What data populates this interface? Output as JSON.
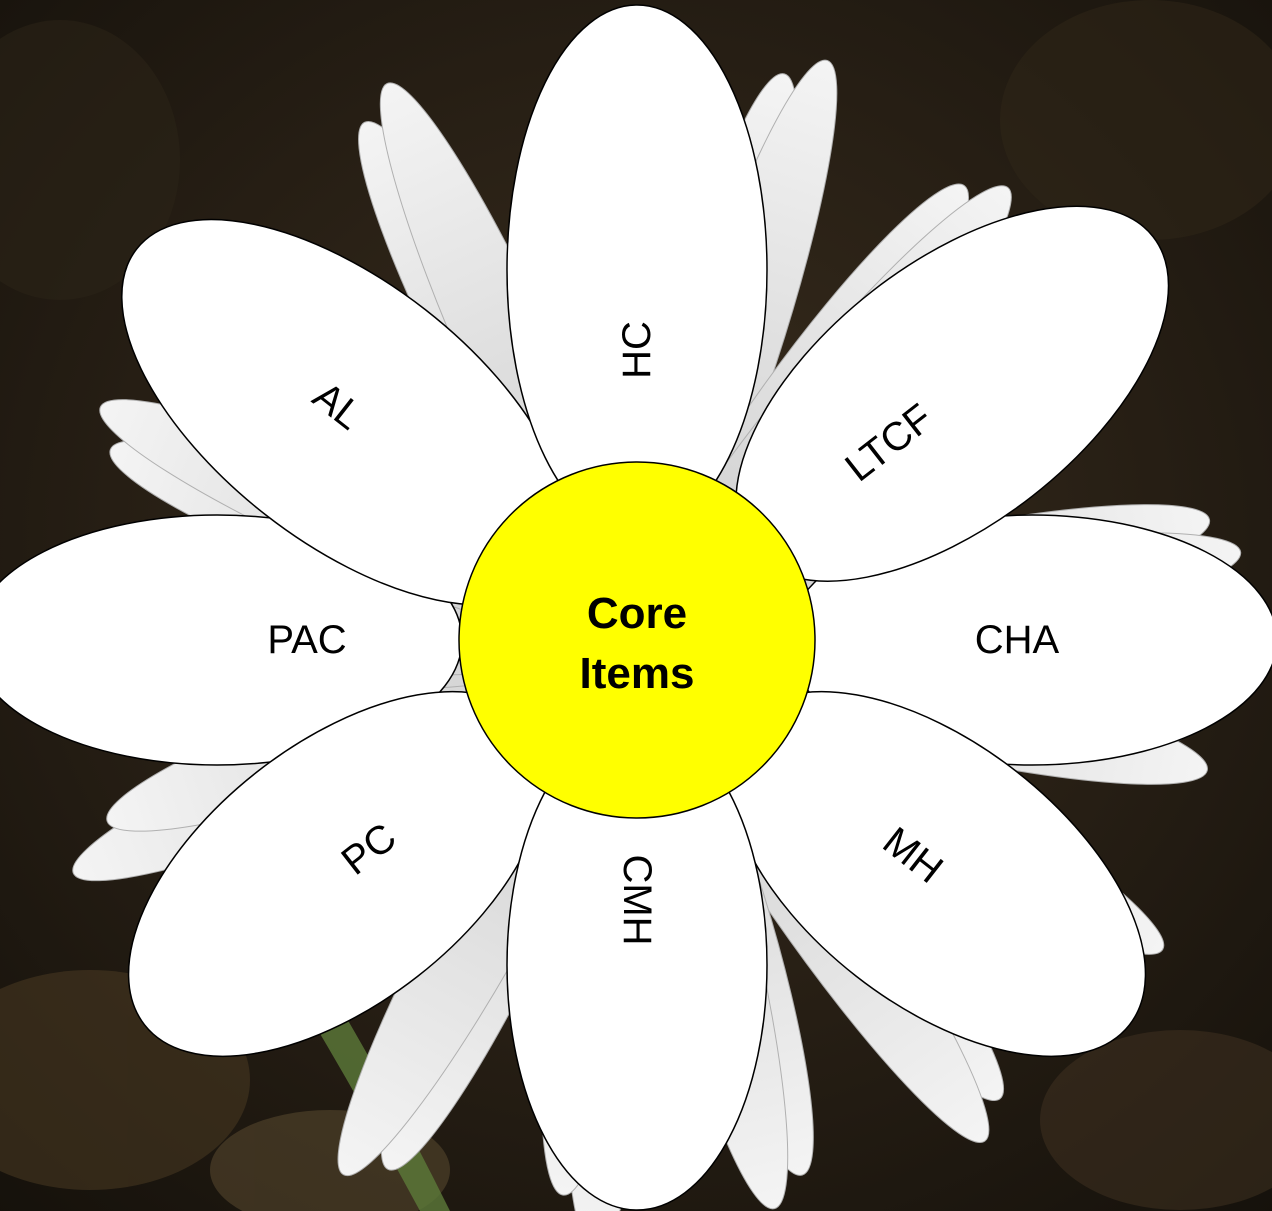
{
  "diagram": {
    "center": {
      "line1": "Core",
      "line2": "Items",
      "fill": "#FFFF00"
    },
    "petals": [
      {
        "id": "hc",
        "label": "HC"
      },
      {
        "id": "ltcf",
        "label": "LTCF"
      },
      {
        "id": "cha",
        "label": "CHA"
      },
      {
        "id": "mh",
        "label": "MH"
      },
      {
        "id": "cmh",
        "label": "CMH"
      },
      {
        "id": "pc",
        "label": "PC"
      },
      {
        "id": "pac",
        "label": "PAC"
      },
      {
        "id": "al",
        "label": "AL"
      }
    ],
    "petal_fill": "#FFFFFF",
    "outline": "#000000"
  },
  "background": {
    "subject": "white daisy flower",
    "colors": {
      "dark": "#1e1a12",
      "brown": "#4a3a22",
      "petal": "#e8e8e8",
      "stem": "#5c7a3a"
    }
  }
}
